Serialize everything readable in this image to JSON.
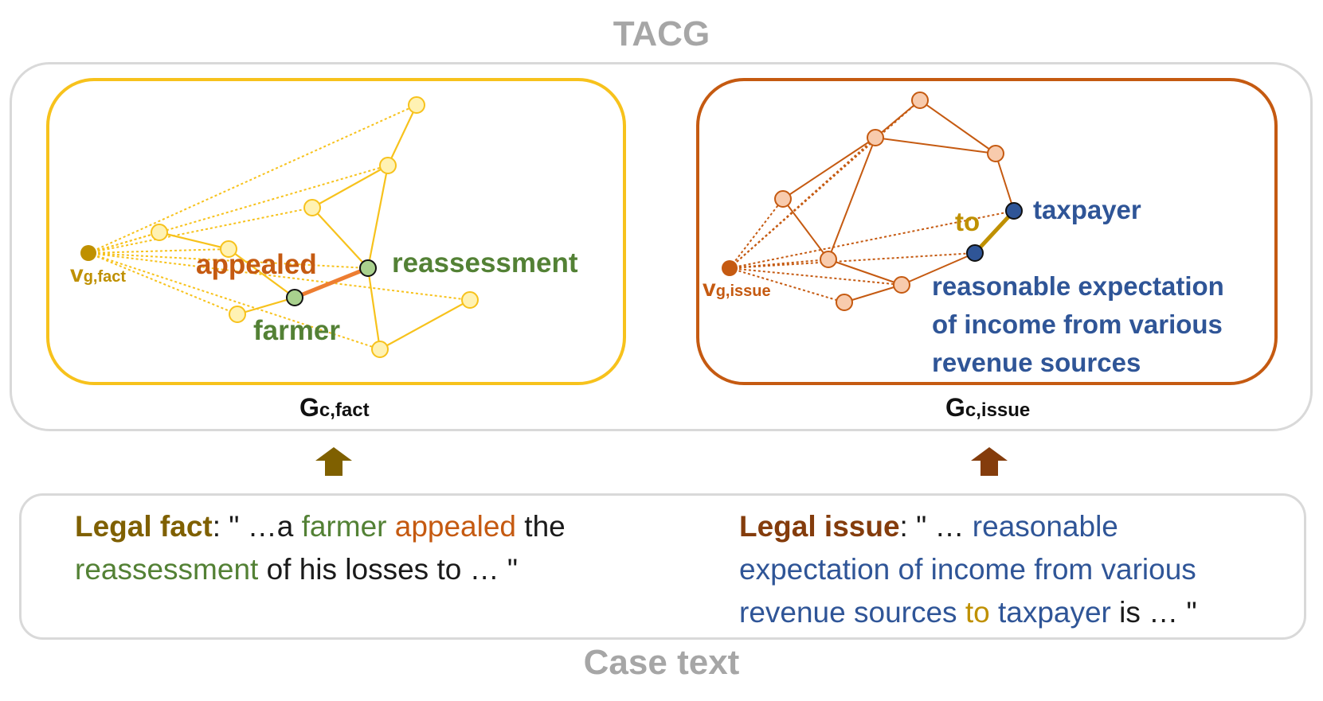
{
  "diagram": {
    "tacg_title": "TACG",
    "case_text_title": "Case text",
    "colors": {
      "fact_border": "#f7c21c",
      "issue_border": "#c55a11",
      "fact_node": "#fff2b3",
      "issue_node": "#f8cbad",
      "green": "#538135",
      "blue": "#2f5597",
      "orange": "#c55a11",
      "gold": "#bf9000",
      "brown_fact": "#7f6000",
      "brown_issue": "#843c0c"
    },
    "fact_graph": {
      "global_node": {
        "main": "v",
        "sub": "g,fact"
      },
      "label_appealed": "appealed",
      "label_reassessment": "reassessment",
      "label_farmer": "farmer",
      "graph_name": {
        "main": "G",
        "sub": "c,fact"
      }
    },
    "issue_graph": {
      "global_node": {
        "main": "v",
        "sub": "g,issue"
      },
      "label_to": "to",
      "label_taxpayer": "taxpayer",
      "label_expectation_line1": "reasonable expectation",
      "label_expectation_line2": "of income from various",
      "label_expectation_line3": "revenue sources",
      "graph_name": {
        "main": "G",
        "sub": "c,issue"
      }
    },
    "legal_fact": {
      "label": "Legal fact",
      "colon_quote": ": \" …a ",
      "farmer": "farmer",
      "space1": " ",
      "appealed": "appealed",
      "the": " the",
      "reassessment": "reassessment",
      "rest": " of his losses to … \""
    },
    "legal_issue": {
      "label": "Legal issue",
      "colon_quote": ": \" … ",
      "reasonable": "reasonable",
      "line2": "expectation of income from various",
      "line3a": "revenue sources",
      "to": "to",
      "taxpayer": "taxpayer",
      "rest": " is … \""
    }
  }
}
